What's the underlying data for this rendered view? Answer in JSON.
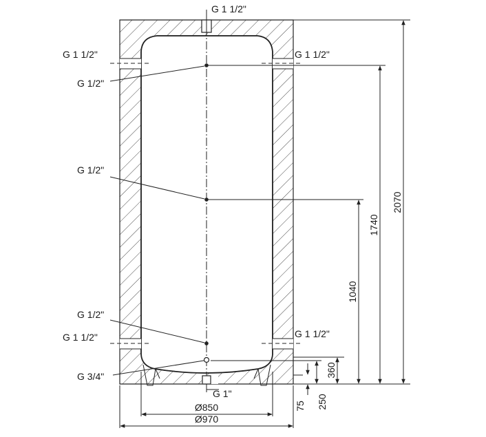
{
  "connections": {
    "top": "G 1 1/2\"",
    "upper_left": "G 1 1/2\"",
    "upper_right": "G 1 1/2\"",
    "sensor_top": "G 1/2\"",
    "sensor_mid": "G 1/2\"",
    "sensor_low": "G 1/2\"",
    "lower_left": "G 1 1/2\"",
    "lower_right": "G 1 1/2\"",
    "drain": "G 3/4\"",
    "bottom": "G 1\""
  },
  "dimensions": {
    "total_height": "2070",
    "upper_height": "1740",
    "mid_height": "1040",
    "lower_height": "360",
    "drain_height": "250",
    "leg_height": "75",
    "inner_diameter": "Ø850",
    "outer_diameter": "Ø970"
  }
}
